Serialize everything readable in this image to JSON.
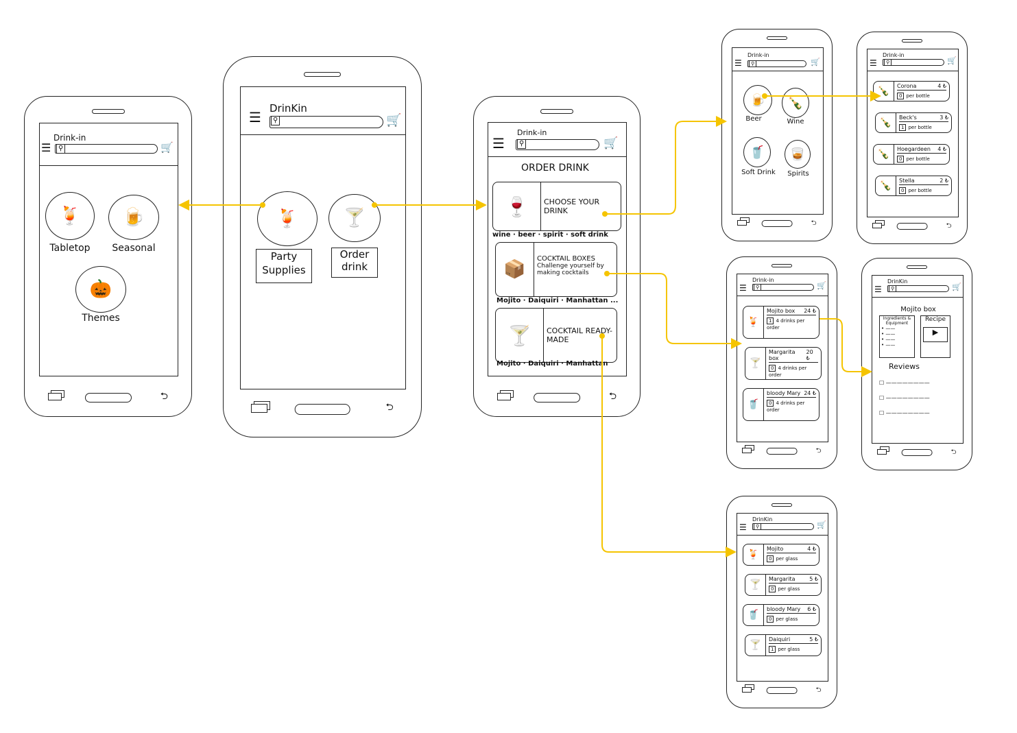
{
  "app_name": "Drink-in",
  "app_name_alt": "DrinKin",
  "colors": {
    "connector": "#f5c400",
    "ink": "#222222"
  },
  "icons": {
    "menu": "☰",
    "search": "⚲",
    "cart": "🛒",
    "back": "⮌"
  },
  "screens": {
    "supplies": {
      "categories": [
        {
          "label": "Tabletop",
          "icon": "🍹"
        },
        {
          "label": "Seasonal",
          "icon": "🍺"
        },
        {
          "label": "Themes",
          "icon": "🎃"
        }
      ]
    },
    "home": {
      "options": [
        {
          "label": "Party Supplies",
          "icon": "🍹"
        },
        {
          "label": "Order drink",
          "icon": "🍸"
        }
      ]
    },
    "order": {
      "title": "ORDER DRINK",
      "options": [
        {
          "title": "CHOOSE YOUR DRINK",
          "caption": "wine · beer · spirit · soft drink",
          "icon": "🍷"
        },
        {
          "title": "COCKTAIL BOXES",
          "subtitle": "Challenge yourself by making cocktails",
          "caption": "Mojito · Daiquiri · Manhattan ...",
          "icon": "📦"
        },
        {
          "title": "COCKTAIL READY-MADE",
          "caption": "Mojito · Daiquiri · Manhattan",
          "icon": "🍸"
        }
      ]
    },
    "choose": {
      "categories": [
        {
          "label": "Beer",
          "icon": "🍺"
        },
        {
          "label": "Wine",
          "icon": "🍾"
        },
        {
          "label": "Soft Drink",
          "icon": "🥤"
        },
        {
          "label": "Spirits",
          "icon": "🥃"
        }
      ]
    },
    "beer": {
      "items": [
        {
          "name": "Corona",
          "price": "4 ₺",
          "qty": "0",
          "unit": "per bottle"
        },
        {
          "name": "Beck's",
          "price": "3 ₺",
          "qty": "1",
          "unit": "per bottle"
        },
        {
          "name": "Hoegardeen",
          "price": "4 ₺",
          "qty": "0",
          "unit": "per bottle"
        },
        {
          "name": "Stella",
          "price": "2 ₺",
          "qty": "0",
          "unit": "per bottle"
        }
      ]
    },
    "boxes": {
      "items": [
        {
          "name": "Mojito box",
          "price": "24 ₺",
          "qty": "1",
          "unit": "4 drinks per order",
          "icon": "🍹"
        },
        {
          "name": "Margarita box",
          "price": "20 ₺",
          "qty": "0",
          "unit": "4 drinks per order",
          "icon": "🍸"
        },
        {
          "name": "bloody Mary",
          "price": "24 ₺",
          "qty": "0",
          "unit": "4 drinks per order",
          "icon": "🥤"
        }
      ]
    },
    "detail": {
      "title": "Mojito box",
      "ingredients_label": "Ingredients & Equipment",
      "recipe_label": "Recipe",
      "reviews_label": "Reviews",
      "play": "▶"
    },
    "readymade": {
      "items": [
        {
          "name": "Mojito",
          "price": "4 ₺",
          "qty": "0",
          "unit": "per glass",
          "icon": "🍹"
        },
        {
          "name": "Margarita",
          "price": "5 ₺",
          "qty": "0",
          "unit": "per glass",
          "icon": "🍸"
        },
        {
          "name": "bloody Mary",
          "price": "6 ₺",
          "qty": "0",
          "unit": "per glass",
          "icon": "🥤"
        },
        {
          "name": "Daiquiri",
          "price": "5 ₺",
          "qty": "1",
          "unit": "per glass",
          "icon": "🍸"
        }
      ]
    }
  }
}
